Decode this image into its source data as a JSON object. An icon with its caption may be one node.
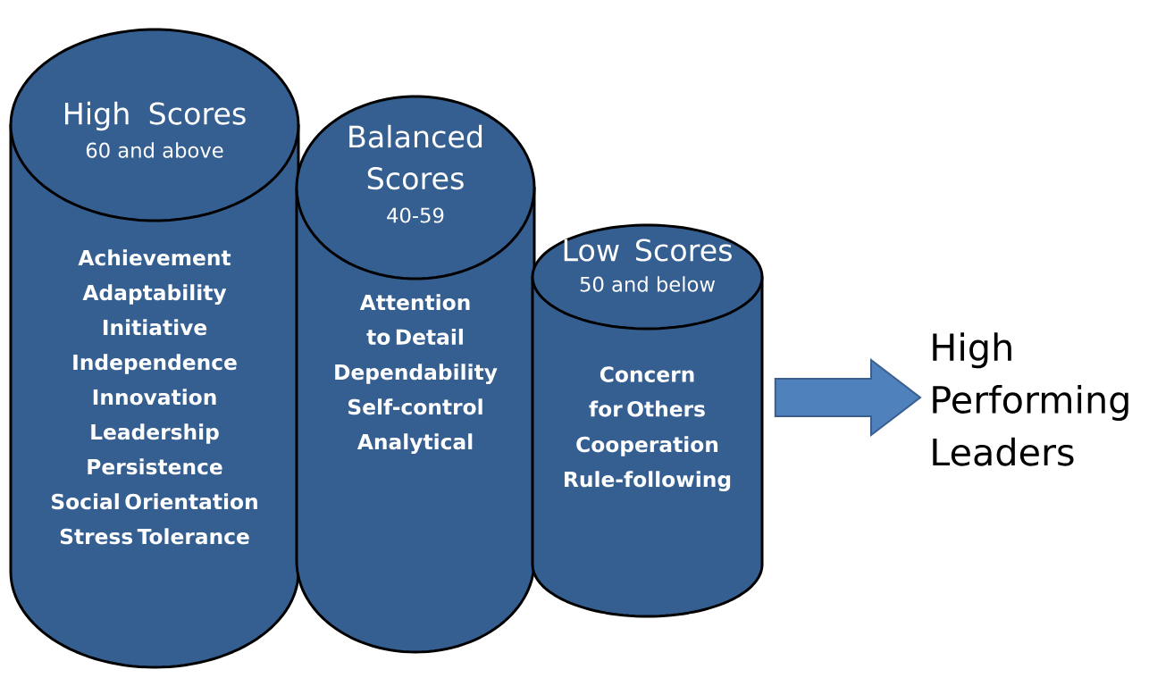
{
  "diagram": {
    "nodes": [
      {
        "text": [
          "High Scores",
          "60 and above",
          "Achievement",
          "Adaptability",
          "Initiative",
          "Independence",
          "Innovation",
          "Leadership",
          "Persistence",
          "Social Orientation",
          "Stress Tolerance"
        ]
      },
      {
        "text": [
          "Balanced Scores",
          "40-59",
          "Attention to Detail",
          "Dependability",
          "Self-control",
          "Analytical"
        ]
      },
      {
        "text": [
          "Low Scores",
          "50 and below",
          "Concern for Others",
          "Cooperation",
          "Rule-following"
        ]
      },
      {
        "text": [
          "High Performing Leaders"
        ]
      }
    ],
    "edges": [
      {
        "from": 2,
        "to": 3,
        "arrow": "to"
      }
    ]
  }
}
